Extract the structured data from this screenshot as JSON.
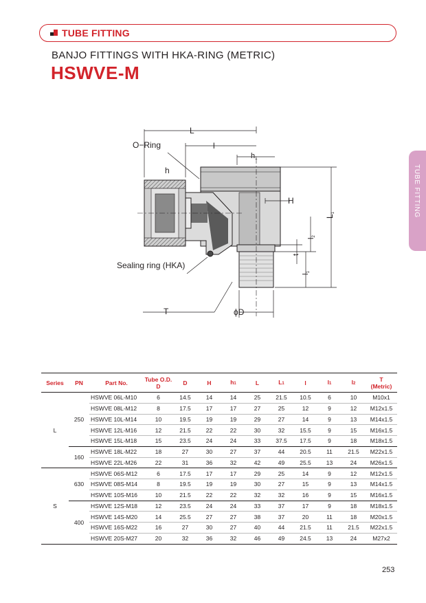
{
  "header": {
    "title": "TUBE FITTING"
  },
  "page": {
    "subtitle": "BANJO FITTINGS WITH HKA-RING (METRIC)",
    "product_code": "HSWVE-M",
    "side_tab": "TUBE FITTING",
    "page_number": "253"
  },
  "colors": {
    "accent": "#d2232a",
    "side_tab": "#d9a2c7",
    "drawing_metal": "#d9d9d9",
    "drawing_dark": "#5a5a5a"
  },
  "drawing": {
    "labels": {
      "L": "L",
      "o_ring": "O−Ring",
      "l": "l",
      "h1": "h",
      "h1_sub": "1",
      "h": "h",
      "H": "H",
      "L1": "L",
      "L1_sub": "1",
      "l2": "l",
      "l2_sub": "2",
      "t": "t",
      "l1": "l",
      "l1_sub": "1",
      "sealing_ring": "Sealing ring (HKA)",
      "T": "T",
      "phiD": "ϕD"
    }
  },
  "table": {
    "headers": [
      {
        "label": "Series"
      },
      {
        "label": "PN"
      },
      {
        "label": "Part No."
      },
      {
        "label": "Tube O.D.",
        "sub": "D"
      },
      {
        "label": "D"
      },
      {
        "label": "H"
      },
      {
        "label": "h",
        "sup": "1"
      },
      {
        "label": "L"
      },
      {
        "label": "L",
        "sup": "1"
      },
      {
        "label": "l"
      },
      {
        "label": "l",
        "sup": "1"
      },
      {
        "label": "l",
        "sup": "2"
      },
      {
        "label": "T",
        "sub": "(Metric)"
      }
    ],
    "series": [
      {
        "name": "L",
        "groups": [
          {
            "pn": "250",
            "rows": [
              [
                "HSWVE 06L-M10",
                "6",
                "14.5",
                "14",
                "14",
                "25",
                "21.5",
                "10.5",
                "6",
                "10",
                "M10x1"
              ],
              [
                "HSWVE 08L-M12",
                "8",
                "17.5",
                "17",
                "17",
                "27",
                "25",
                "12",
                "9",
                "12",
                "M12x1.5"
              ],
              [
                "HSWVE 10L-M14",
                "10",
                "19.5",
                "19",
                "19",
                "29",
                "27",
                "14",
                "9",
                "13",
                "M14x1.5"
              ],
              [
                "HSWVE 12L-M16",
                "12",
                "21.5",
                "22",
                "22",
                "30",
                "32",
                "15.5",
                "9",
                "15",
                "M16x1.5"
              ],
              [
                "HSWVE 15L-M18",
                "15",
                "23.5",
                "24",
                "24",
                "33",
                "37.5",
                "17.5",
                "9",
                "18",
                "M18x1.5"
              ]
            ]
          },
          {
            "pn": "160",
            "rows": [
              [
                "HSWVE 18L-M22",
                "18",
                "27",
                "30",
                "27",
                "37",
                "44",
                "20.5",
                "11",
                "21.5",
                "M22x1.5"
              ],
              [
                "HSWVE 22L-M26",
                "22",
                "31",
                "36",
                "32",
                "42",
                "49",
                "25.5",
                "13",
                "24",
                "M26x1.5"
              ]
            ]
          }
        ]
      },
      {
        "name": "S",
        "groups": [
          {
            "pn": "630",
            "rows": [
              [
                "HSWVE 06S-M12",
                "6",
                "17.5",
                "17",
                "17",
                "29",
                "25",
                "14",
                "9",
                "12",
                "M12x1.5"
              ],
              [
                "HSWVE 08S-M14",
                "8",
                "19.5",
                "19",
                "19",
                "30",
                "27",
                "15",
                "9",
                "13",
                "M14x1.5"
              ],
              [
                "HSWVE 10S-M16",
                "10",
                "21.5",
                "22",
                "22",
                "32",
                "32",
                "16",
                "9",
                "15",
                "M16x1.5"
              ]
            ]
          },
          {
            "pn": "400",
            "rows": [
              [
                "HSWVE 12S-M18",
                "12",
                "23.5",
                "24",
                "24",
                "33",
                "37",
                "17",
                "9",
                "18",
                "M18x1.5"
              ],
              [
                "HSWVE 14S-M20",
                "14",
                "25.5",
                "27",
                "27",
                "38",
                "37",
                "20",
                "11",
                "18",
                "M20x1.5"
              ],
              [
                "HSWVE 16S-M22",
                "16",
                "27",
                "30",
                "27",
                "40",
                "44",
                "21.5",
                "11",
                "21.5",
                "M22x1.5"
              ],
              [
                "HSWVE 20S-M27",
                "20",
                "32",
                "36",
                "32",
                "46",
                "49",
                "24.5",
                "13",
                "24",
                "M27x2"
              ]
            ]
          }
        ]
      }
    ]
  }
}
